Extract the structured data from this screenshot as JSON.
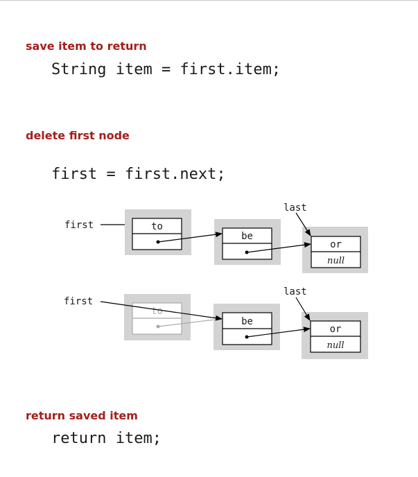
{
  "section1": {
    "heading": "save item to return",
    "code": "String item = first.item;"
  },
  "section2": {
    "heading": "delete first node",
    "code": "first = first.next;"
  },
  "section3": {
    "heading": "return saved item",
    "code": "return item;"
  },
  "diagram_top": {
    "first_label": "first",
    "last_label": "last",
    "nodes": [
      {
        "item": "to"
      },
      {
        "item": "be"
      },
      {
        "item": "or",
        "next": "null"
      }
    ]
  },
  "diagram_bottom": {
    "first_label": "first",
    "last_label": "last",
    "nodes": [
      {
        "item": "to"
      },
      {
        "item": "be"
      },
      {
        "item": "or",
        "next": "null"
      }
    ]
  },
  "colors": {
    "heading": "#a3201c",
    "node_shadow": "#d3d3d3",
    "node_border": "#000000",
    "faded": "#a8a8a8"
  }
}
